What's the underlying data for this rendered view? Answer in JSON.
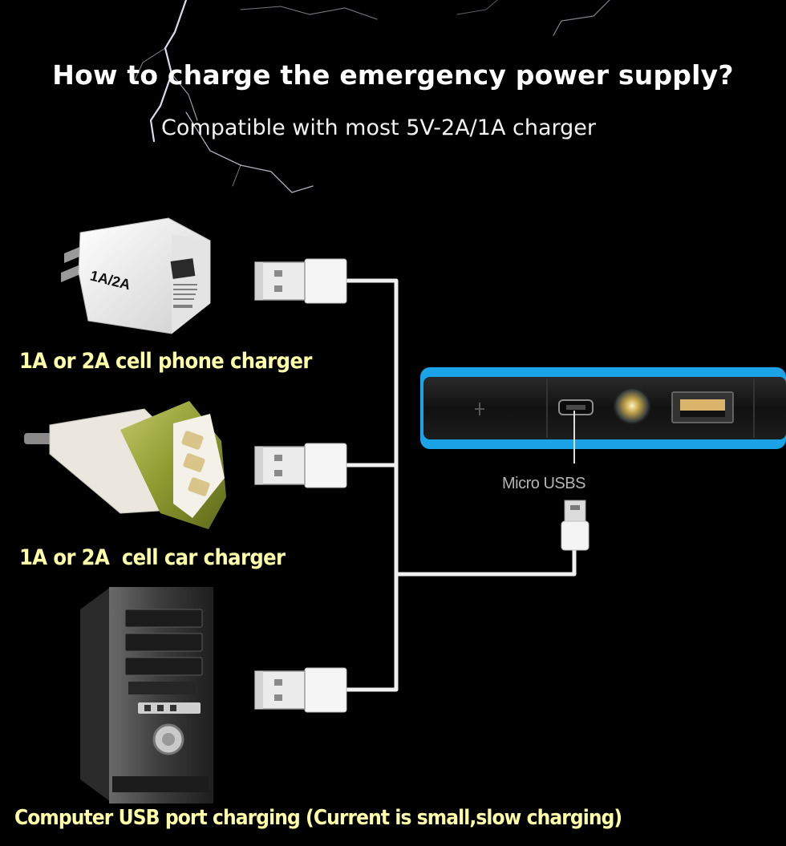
{
  "header": {
    "title": "How to charge the emergency power supply?",
    "subtitle": "Compatible with most 5V-2A/1A charger"
  },
  "sources": [
    {
      "caption": "1A or 2A cell phone charger",
      "icon": "wall-charger-icon",
      "device_label": "1A/2A"
    },
    {
      "caption": "1A or 2A  cell car charger",
      "icon": "car-charger-icon"
    },
    {
      "caption": "Computer USB port charging (Current is small,slow charging)",
      "icon": "computer-tower-icon"
    }
  ],
  "target": {
    "port_label": "Micro USBS",
    "accent_color": "#1aa3e6"
  },
  "colors": {
    "background": "#000000",
    "caption": "#ffffa8",
    "cable": "#f0f0f0"
  }
}
